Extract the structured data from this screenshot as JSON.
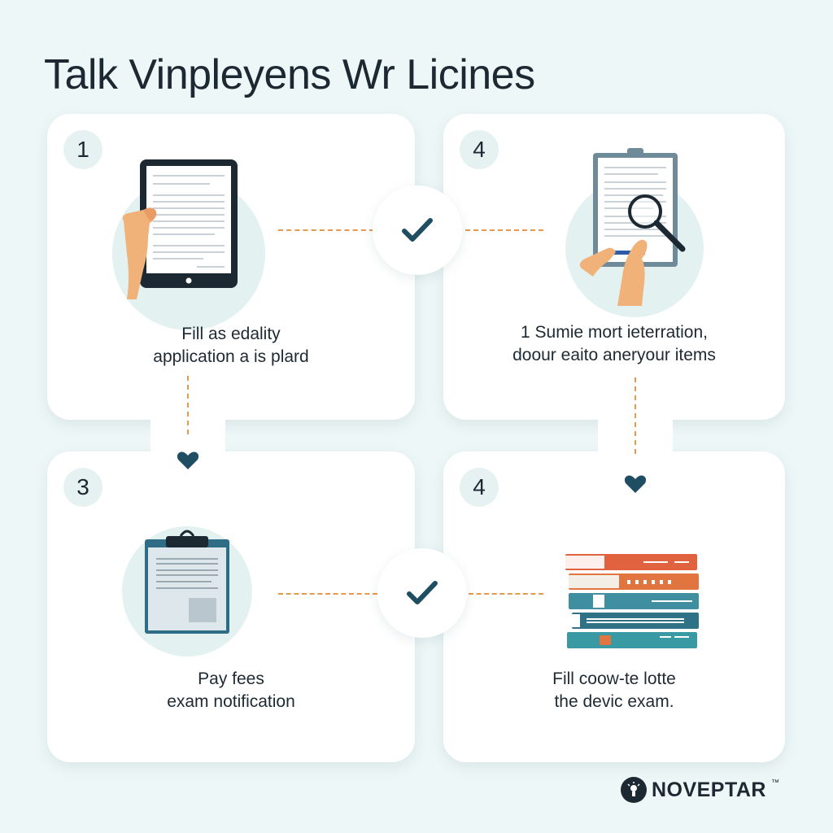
{
  "title": "Talk Vinpleyens Wr Licines",
  "colors": {
    "background": "#eef7f7",
    "card": "#ffffff",
    "dark": "#1c2832",
    "accent_orange": "#e29a4f",
    "check_teal": "#1f4e63",
    "illustration_bg": "#e3f1f0"
  },
  "steps": [
    {
      "number": "1",
      "caption_line1": "Fill as edality",
      "caption_line2": "application a is plard",
      "icon": "tablet-document-icon"
    },
    {
      "number": "4",
      "caption_line1": "1 Sumie mort ieterration,",
      "caption_line2": "doour eaito aneryour items",
      "icon": "clipboard-magnifier-icon"
    },
    {
      "number": "3",
      "caption_line1": "Pay fees",
      "caption_line2": "exam notification",
      "icon": "clipboard-icon"
    },
    {
      "number": "4",
      "caption_line1": "Fill coow-te lotte",
      "caption_line2": "the devic exam.",
      "icon": "books-stack-icon"
    }
  ],
  "connectors": {
    "horizontal_icon": "checkmark-icon",
    "vertical_icon": "heart-chevron-icon"
  },
  "brand": {
    "name": "NOVEPTAR",
    "trademark": "™",
    "logo_icon": "brand-logo-icon"
  }
}
